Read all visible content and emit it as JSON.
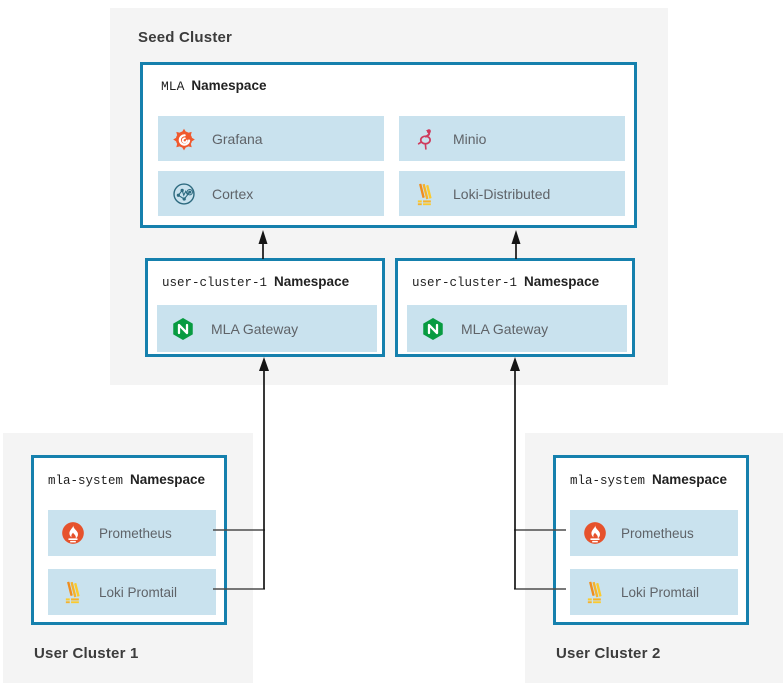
{
  "seed_cluster": {
    "title": "Seed Cluster",
    "mla_namespace": {
      "name": "MLA",
      "name_suffix": "Namespace",
      "components": [
        {
          "label": "Grafana",
          "icon": "grafana-icon"
        },
        {
          "label": "Minio",
          "icon": "minio-icon"
        },
        {
          "label": "Cortex",
          "icon": "cortex-icon"
        },
        {
          "label": "Loki-Distributed",
          "icon": "loki-icon"
        }
      ]
    },
    "gateway_namespaces": [
      {
        "name": "user-cluster-1",
        "name_suffix": "Namespace",
        "components": [
          {
            "label": "MLA Gateway",
            "icon": "nginx-icon"
          }
        ]
      },
      {
        "name": "user-cluster-1",
        "name_suffix": "Namespace",
        "components": [
          {
            "label": "MLA Gateway",
            "icon": "nginx-icon"
          }
        ]
      }
    ]
  },
  "user_clusters": [
    {
      "title": "User Cluster 1",
      "namespace": {
        "name": "mla-system",
        "name_suffix": "Namespace",
        "components": [
          {
            "label": "Prometheus",
            "icon": "prometheus-icon"
          },
          {
            "label": "Loki Promtail",
            "icon": "loki-icon"
          }
        ]
      }
    },
    {
      "title": "User Cluster 2",
      "namespace": {
        "name": "mla-system",
        "name_suffix": "Namespace",
        "components": [
          {
            "label": "Prometheus",
            "icon": "prometheus-icon"
          },
          {
            "label": "Loki Promtail",
            "icon": "loki-icon"
          }
        ]
      }
    }
  ],
  "connections": [
    {
      "from": "user-cluster-1 components",
      "to": "left user-cluster-1 namespace",
      "style": "arrow-up"
    },
    {
      "from": "user-cluster-2 components",
      "to": "right user-cluster-1 namespace",
      "style": "arrow-up"
    },
    {
      "from": "left user-cluster-1 namespace",
      "to": "MLA namespace",
      "style": "arrow-up"
    },
    {
      "from": "right user-cluster-1 namespace",
      "to": "MLA namespace",
      "style": "arrow-up"
    }
  ],
  "colors": {
    "cluster_bg": "#f4f4f4",
    "namespace_border": "#1580ad",
    "component_bg": "#c9e2ee",
    "title_text": "#3c3c3c",
    "component_text": "#5f6368",
    "connector_line": "#4d4d4d",
    "arrow": "#151515",
    "grafana_orange": "#F0592D",
    "minio_pink": "#CE3B5D",
    "cortex_teal": "#2E6B80",
    "loki_yellow": "#FBCA2E",
    "loki_amber": "#F6B32B",
    "loki_orange": "#EF8D1F",
    "nginx_green": "#089B41",
    "prometheus_orange": "#E6522C"
  }
}
